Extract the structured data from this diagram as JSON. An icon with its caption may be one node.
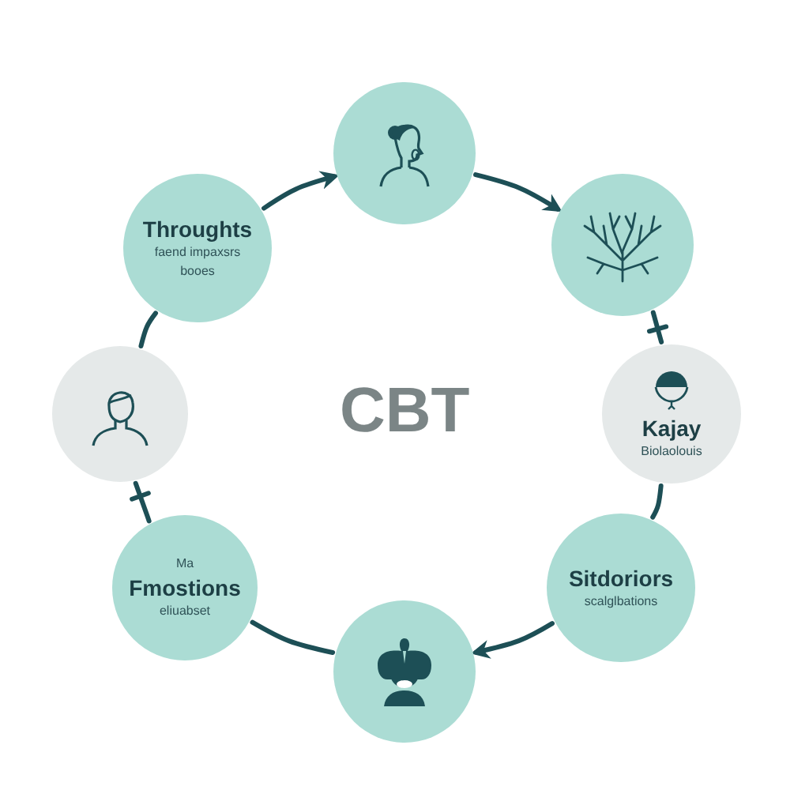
{
  "diagram": {
    "nodes": [
      {
        "text": [],
        "shape": "picture"
      },
      {
        "text": [
          "Throughts",
          "faend impaxsrs",
          "booes"
        ]
      },
      {
        "text": [],
        "shape": "picture"
      },
      {
        "text": [
          "Kajay",
          "Biolaolouis"
        ]
      },
      {
        "text": [],
        "shape": "picture"
      },
      {
        "text": [
          "Ma",
          "Fmostions",
          "eliuabset"
        ]
      },
      {
        "text": [
          "Sitdoriors",
          "scalglbations"
        ]
      },
      {
        "text": [],
        "shape": "picture"
      }
    ],
    "edges": [
      {
        "from": 1,
        "to": 0,
        "arrow": "to"
      },
      {
        "from": 0,
        "to": 2,
        "arrow": "to"
      },
      {
        "from": 2,
        "to": 3,
        "arrow": "other"
      },
      {
        "from": 3,
        "to": 6,
        "arrow": "none"
      },
      {
        "from": 6,
        "to": 7,
        "arrow": "to"
      },
      {
        "from": 7,
        "to": 5,
        "arrow": "none"
      },
      {
        "from": 5,
        "to": 4,
        "arrow": "other"
      },
      {
        "from": 4,
        "to": 1,
        "arrow": "none"
      }
    ],
    "labels": [
      "CBT"
    ]
  }
}
